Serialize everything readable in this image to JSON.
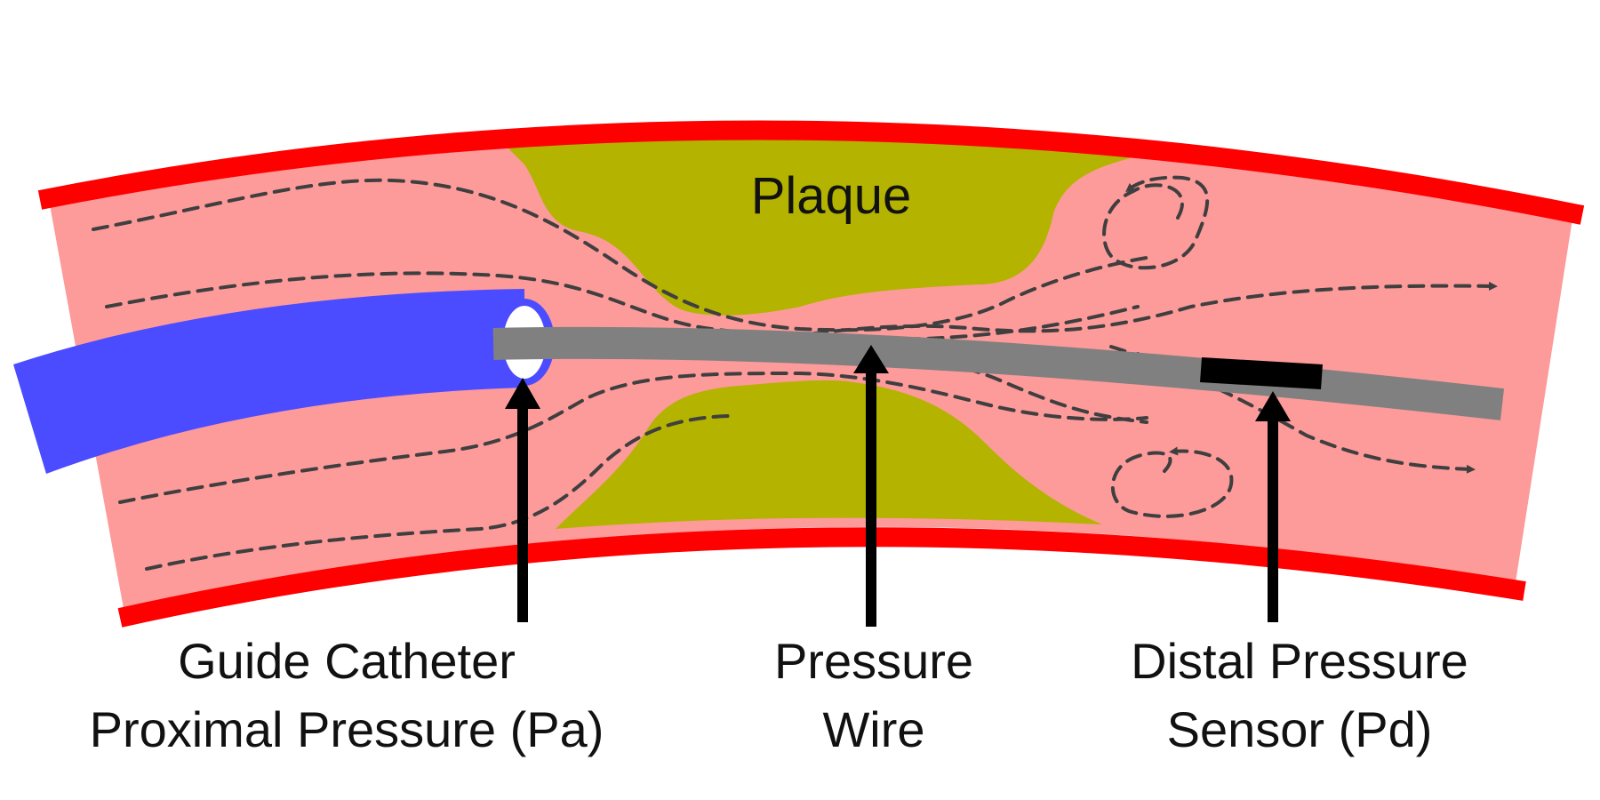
{
  "labels": {
    "plaque": "Plaque",
    "catheter_line1": "Guide Catheter",
    "catheter_line2": "Proximal Pressure (Pa)",
    "wire_line1": "Pressure",
    "wire_line2": "Wire",
    "sensor_line1": "Distal Pressure",
    "sensor_line2": "Sensor (Pd)"
  },
  "colors": {
    "vessel_wall": "#ff0000",
    "lumen": "#fd9a9a",
    "plaque": "#b3b300",
    "catheter": "#4b4bff",
    "wire": "#808080",
    "sensor": "#000000",
    "flow_lines": "#3f3f3f"
  }
}
